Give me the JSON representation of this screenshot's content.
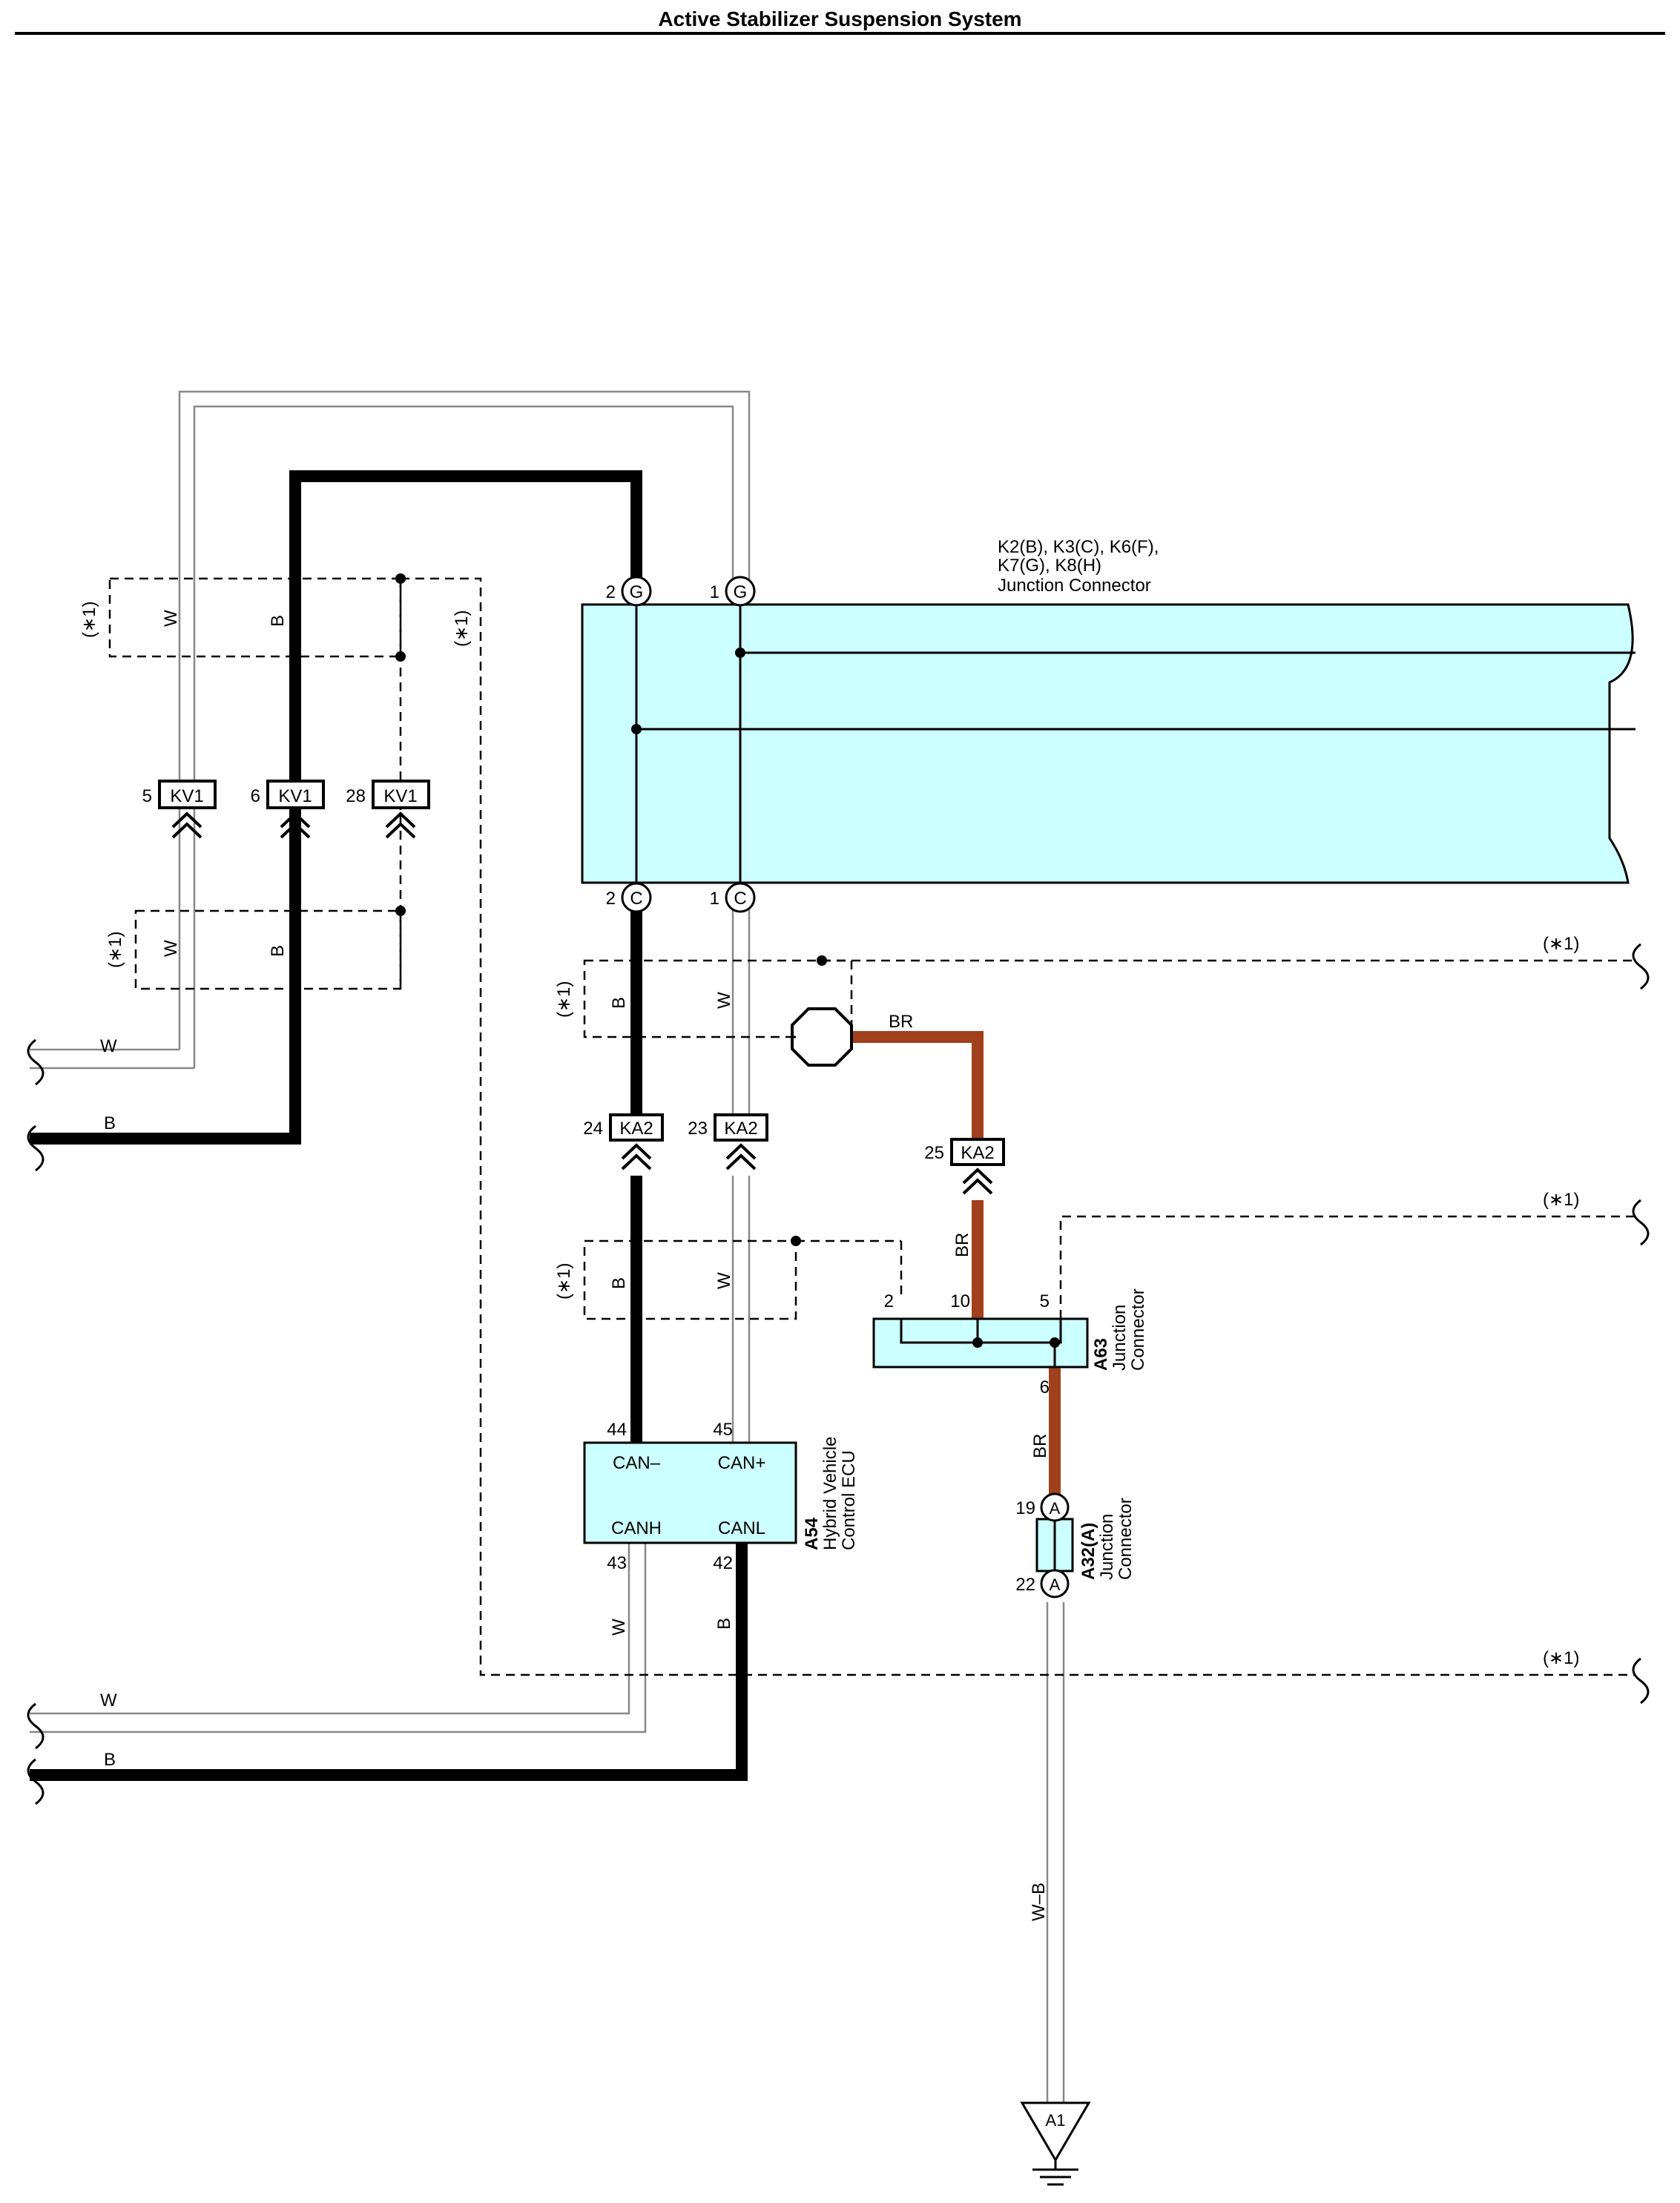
{
  "title": "Active Stabilizer Suspension System",
  "colors": {
    "connector_fill": "#ccffff",
    "brown_wire": "#a0401c",
    "black_wire": "#000000",
    "white_wire": "#888888"
  },
  "junction_connector_k": {
    "label_line1": "K2(B), K3(C), K6(F),",
    "label_line2": "K7(G), K8(H)",
    "label_line3": "Junction Connector",
    "pin_g2": "2",
    "code_g2": "G",
    "pin_g1": "1",
    "code_g1": "G",
    "pin_c2": "2",
    "code_c2": "C",
    "pin_c1": "1",
    "code_c1": "C"
  },
  "kv1": {
    "code": "KV1",
    "pin_a": "5",
    "pin_b": "6",
    "pin_c": "28"
  },
  "ka2": {
    "code": "KA2",
    "pin_a": "24",
    "pin_b": "23",
    "pin_c": "25"
  },
  "ecu": {
    "id": "A54",
    "name1": "Hybrid Vehicle",
    "name2": "Control ECU",
    "can_minus": "CAN–",
    "can_plus": "CAN+",
    "canh": "CANH",
    "canl": "CANL",
    "pin_44": "44",
    "pin_45": "45",
    "pin_43": "43",
    "pin_42": "42"
  },
  "a63": {
    "id": "A63",
    "name1": "Junction",
    "name2": "Connector",
    "pin_2": "2",
    "pin_10": "10",
    "pin_5": "5",
    "pin_6": "6"
  },
  "a32": {
    "id": "A32(A)",
    "name1": "Junction",
    "name2": "Connector",
    "pin_19": "19",
    "pin_22": "22",
    "code": "A"
  },
  "ground": {
    "code": "A1"
  },
  "wire_labels": {
    "w": "W",
    "b": "B",
    "br": "BR",
    "wb": "W–B",
    "note": "(∗1)"
  }
}
